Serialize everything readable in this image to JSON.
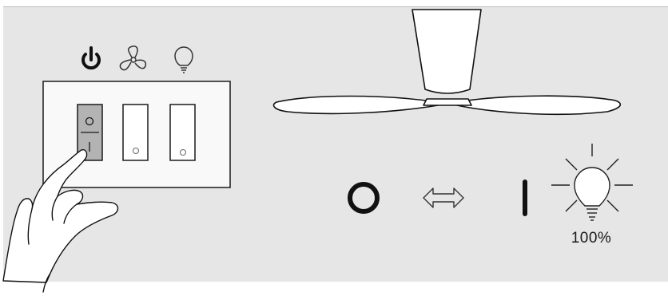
{
  "indicator": {
    "label": "100%"
  },
  "icons": {
    "power": "power-icon",
    "fan": "fan-icon",
    "light": "lightbulb-icon"
  },
  "switches": [
    {
      "name": "power-rocker",
      "state": "pressed",
      "symbols": [
        "O",
        "I"
      ]
    },
    {
      "name": "fan-rocker",
      "state": "idle"
    },
    {
      "name": "light-rocker",
      "state": "idle"
    }
  ],
  "colors": {
    "background": "#e6e6e6",
    "line": "#1a1a1a",
    "pressed_switch": "#b3b3b3"
  }
}
